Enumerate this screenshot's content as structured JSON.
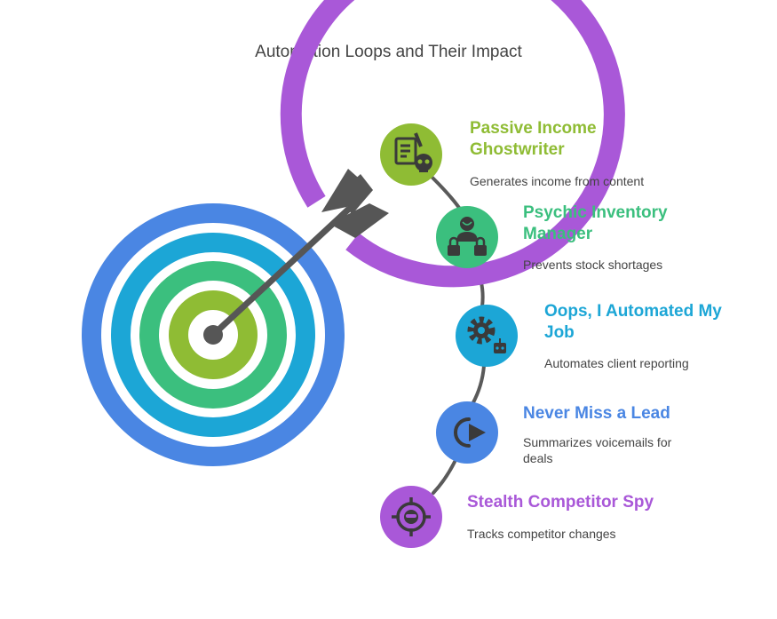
{
  "title": "Automation Loops and Their Impact",
  "colors": {
    "purple": "#a958d8",
    "blue": "#4a86e3",
    "cyan": "#1ca6d6",
    "green": "#3bbf7e",
    "lime": "#8fbc34",
    "arrow": "#565656",
    "text": "#444444"
  },
  "items": [
    {
      "title_line1": "Passive Income",
      "title_line2": "Ghostwriter",
      "description_line1": "Generates income from content",
      "description_line2": "",
      "icon": "document-skull-icon",
      "color": "#8fbc34"
    },
    {
      "title_line1": "Psychic Inventory",
      "title_line2": "Manager",
      "description_line1": "Prevents stock shortages",
      "description_line2": "",
      "icon": "person-with-locks-icon",
      "color": "#3bbf7e"
    },
    {
      "title_line1": "Oops, I Automated My",
      "title_line2": "Job",
      "description_line1": "Automates client reporting",
      "description_line2": "",
      "icon": "gear-robot-icon",
      "color": "#1ca6d6"
    },
    {
      "title_line1": "Never Miss a Lead",
      "title_line2": "",
      "description_line1": "Summarizes voicemails for",
      "description_line2": "deals",
      "icon": "circular-arrow-play-icon",
      "color": "#4a86e3"
    },
    {
      "title_line1": "Stealth Competitor Spy",
      "title_line2": "",
      "description_line1": "Tracks competitor changes",
      "description_line2": "",
      "icon": "crosshair-spy-icon",
      "color": "#a958d8"
    }
  ]
}
